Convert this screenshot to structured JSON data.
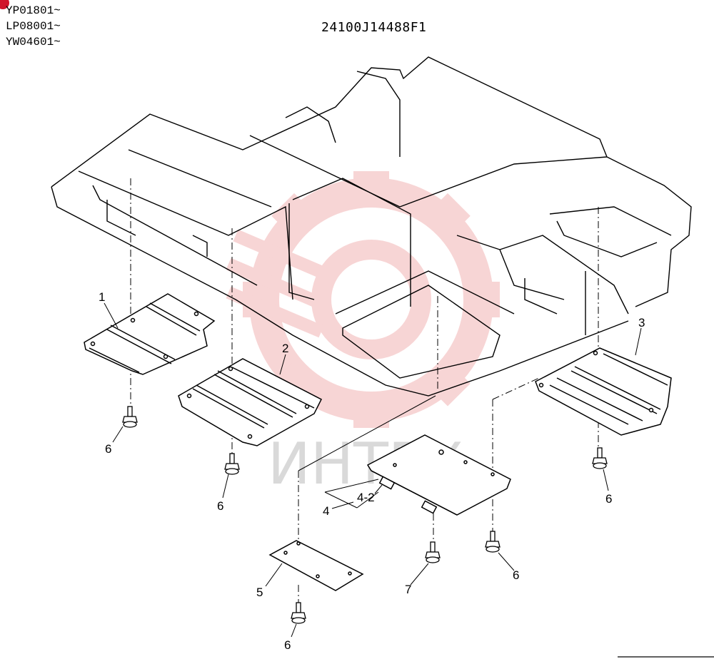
{
  "header": {
    "serial_ranges": [
      "YP01801~",
      "LP08001~",
      "YW04601~"
    ],
    "drawing_number": "24100J14488F1"
  },
  "watermark": {
    "text": "ИНТЕХ",
    "gear_color": "#f2b3b3",
    "text_color": "#d9d9d9"
  },
  "callouts": {
    "c1": "1",
    "c2": "2",
    "c3": "3",
    "c4": "4",
    "c4_2": "4-2",
    "c5": "5",
    "c6a": "6",
    "c6b": "6",
    "c6c": "6",
    "c6d": "6",
    "c6e": "6",
    "c7": "7"
  },
  "colors": {
    "line": "#000000",
    "corner_mark": "#d0142a"
  }
}
